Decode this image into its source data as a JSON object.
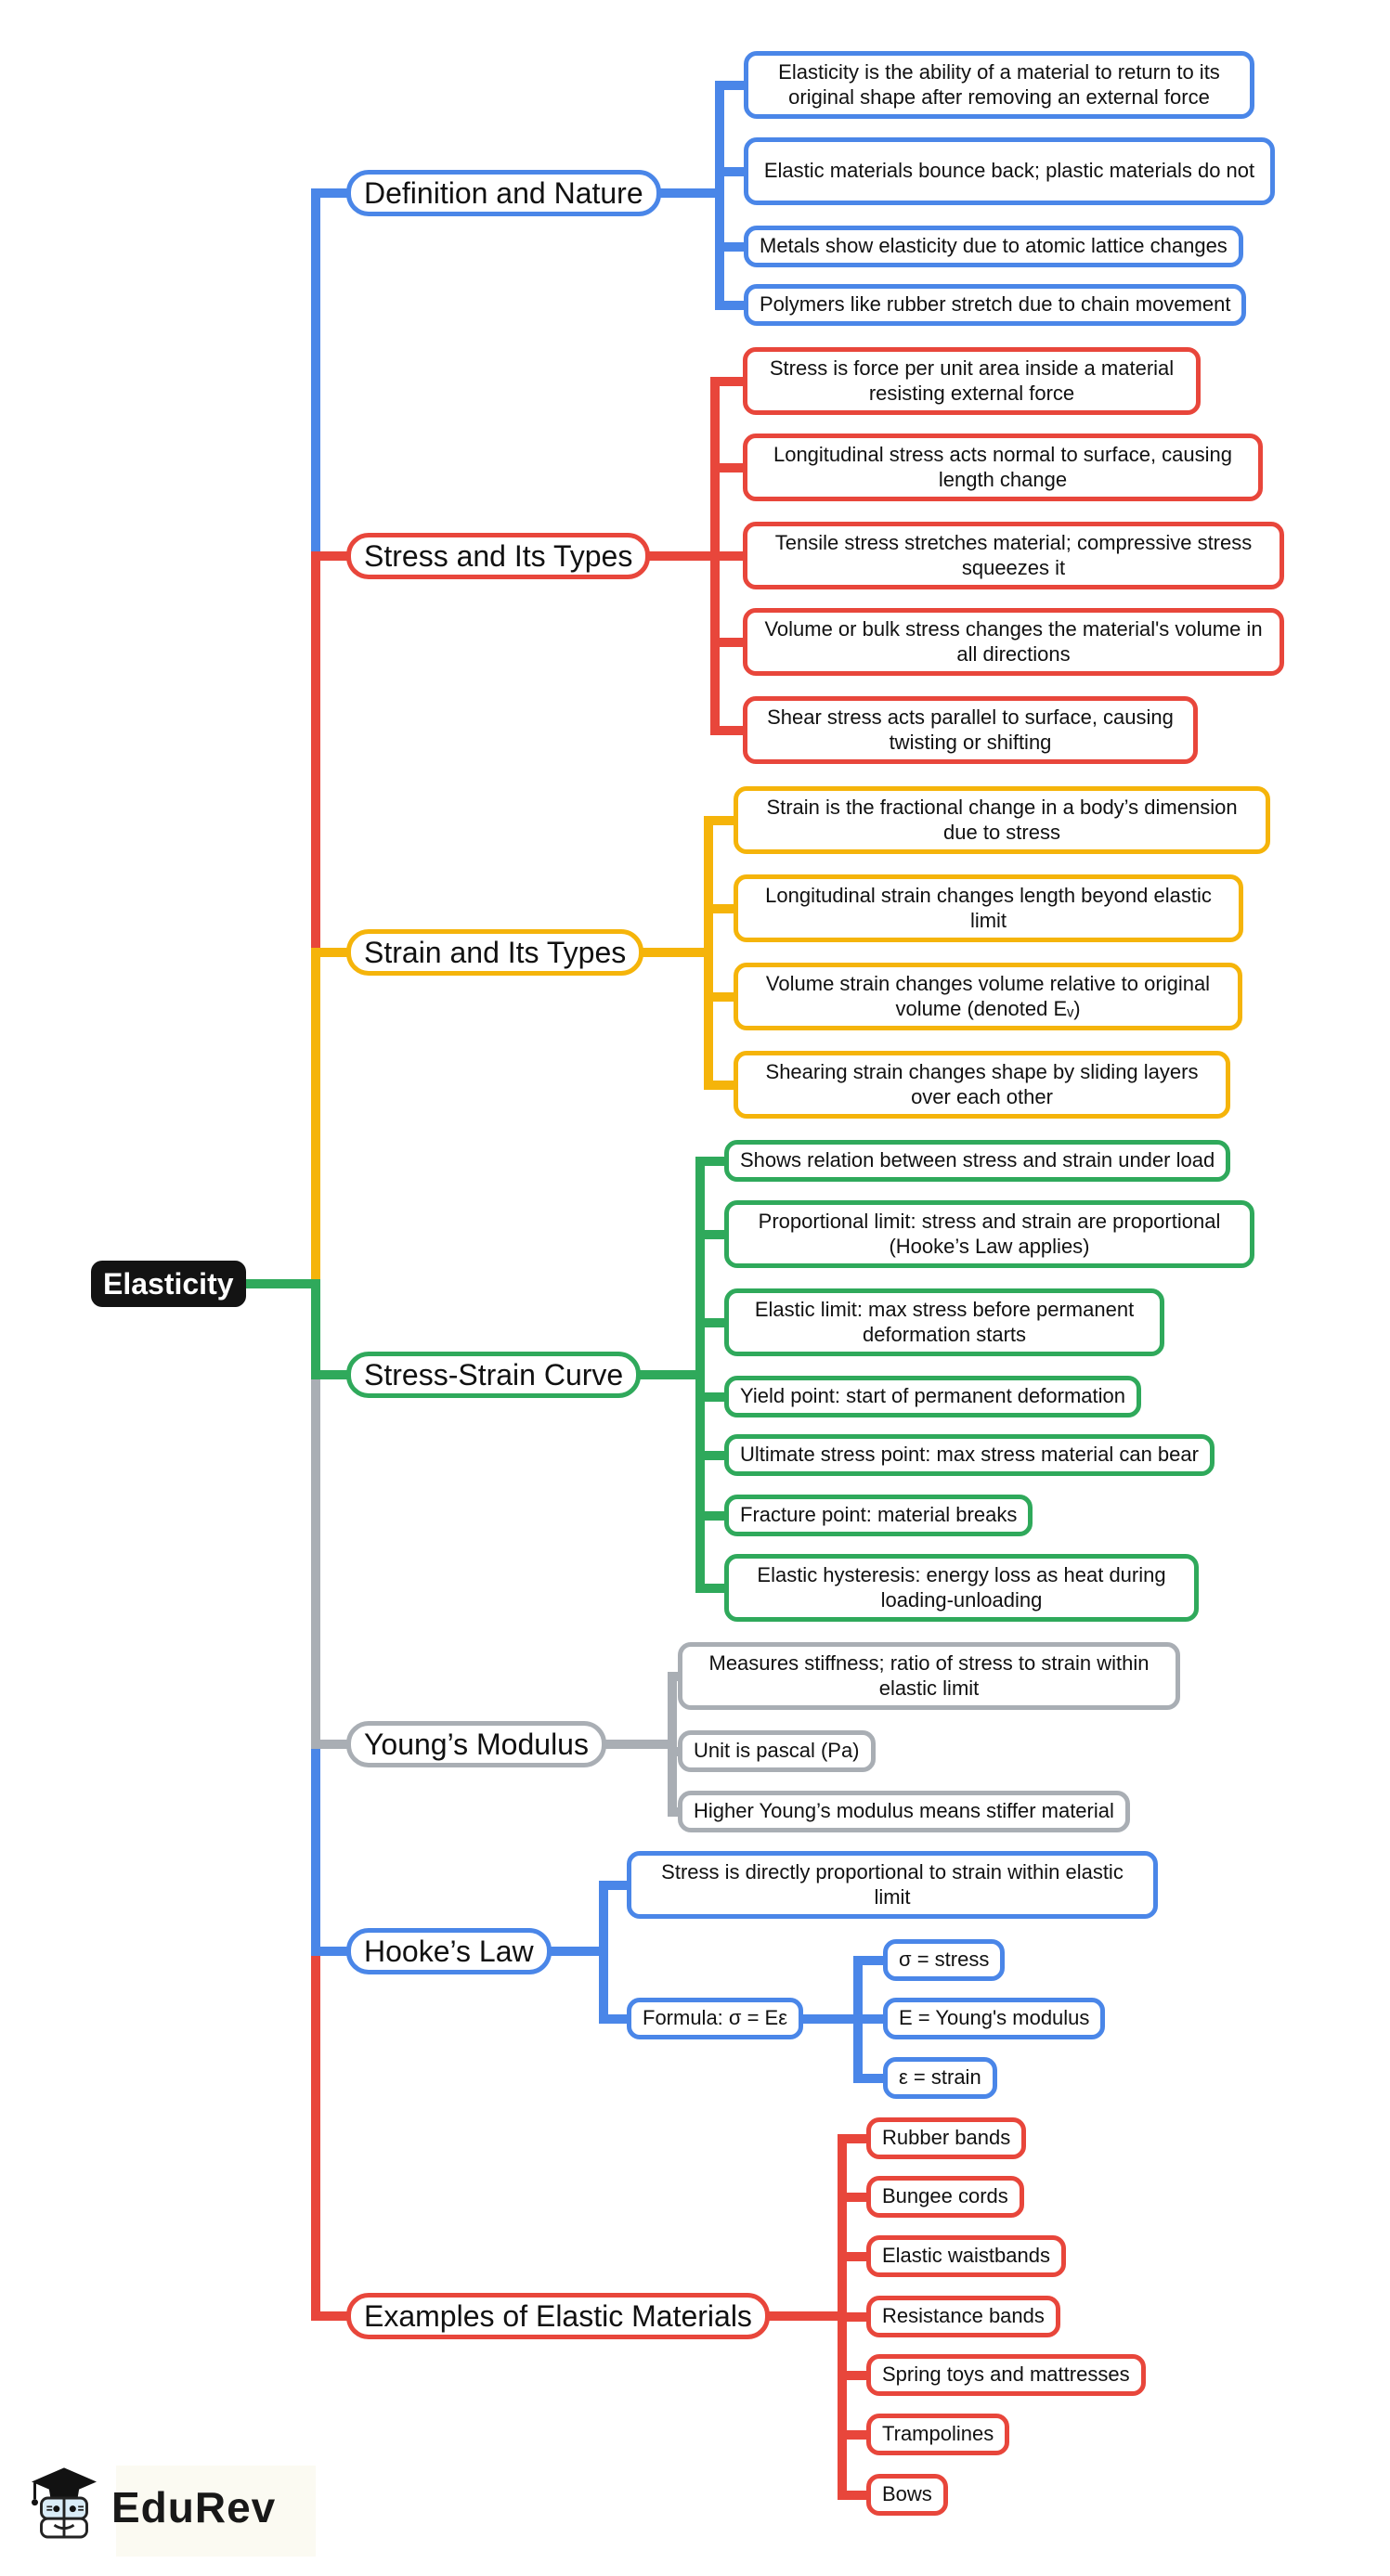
{
  "root": {
    "label": "Elasticity"
  },
  "colors": {
    "blue": "#4a86e8",
    "red": "#e8463b",
    "yellow": "#f5b40a",
    "green": "#2fa95b",
    "gray": "#a9aeb4",
    "root_bg": "#131313"
  },
  "branches": [
    {
      "id": "definition-and-nature",
      "label": "Definition and Nature",
      "color": "#4a86e8",
      "children": [
        {
          "text": "Elasticity is the ability of a material to return to its original shape after removing an external force"
        },
        {
          "text": "Elastic materials bounce back; plastic materials do not"
        },
        {
          "text": "Metals show elasticity due to atomic lattice changes"
        },
        {
          "text": "Polymers like rubber stretch due to chain movement"
        }
      ]
    },
    {
      "id": "stress-and-its-types",
      "label": "Stress and Its Types",
      "color": "#e8463b",
      "children": [
        {
          "text": "Stress is force per unit area inside a material resisting external force"
        },
        {
          "text": "Longitudinal stress acts normal to surface, causing length change"
        },
        {
          "text": "Tensile stress stretches material; compressive stress squeezes it"
        },
        {
          "text": "Volume or bulk stress changes the material's volume in all directions"
        },
        {
          "text": "Shear stress acts parallel to surface, causing twisting or shifting"
        }
      ]
    },
    {
      "id": "strain-and-its-types",
      "label": "Strain and Its Types",
      "color": "#f5b40a",
      "children": [
        {
          "text": "Strain is the fractional change in a body’s dimension due to stress"
        },
        {
          "text": "Longitudinal strain changes length beyond elastic limit"
        },
        {
          "text": "Volume strain changes volume relative to original volume (denoted Eᵥ)"
        },
        {
          "text": "Shearing strain changes shape by sliding layers over each other"
        }
      ]
    },
    {
      "id": "stress-strain-curve",
      "label": "Stress-Strain Curve",
      "color": "#2fa95b",
      "children": [
        {
          "text": "Shows relation between stress and strain under load"
        },
        {
          "text": "Proportional limit: stress and strain are proportional (Hooke’s Law applies)"
        },
        {
          "text": "Elastic limit: max stress before permanent deformation starts"
        },
        {
          "text": "Yield point: start of permanent deformation"
        },
        {
          "text": "Ultimate stress point: max stress material can bear"
        },
        {
          "text": "Fracture point: material breaks"
        },
        {
          "text": "Elastic hysteresis: energy loss as heat during loading-unloading"
        }
      ]
    },
    {
      "id": "youngs-modulus",
      "label": "Young’s Modulus",
      "color": "#a9aeb4",
      "children": [
        {
          "text": "Measures stiffness; ratio of stress to strain within elastic limit"
        },
        {
          "text": "Unit is pascal (Pa)"
        },
        {
          "text": "Higher Young’s modulus means stiffer material"
        }
      ]
    },
    {
      "id": "hookes-law",
      "label": "Hooke’s Law",
      "color": "#4a86e8",
      "children": [
        {
          "text": "Stress is directly proportional to strain within elastic limit"
        },
        {
          "text": "Formula: σ = Eε",
          "children": [
            {
              "text": "σ = stress"
            },
            {
              "text": "E = Young's modulus"
            },
            {
              "text": "ε = strain"
            }
          ]
        }
      ]
    },
    {
      "id": "examples-of-elastic-materials",
      "label": "Examples of Elastic Materials",
      "color": "#e8463b",
      "children": [
        {
          "text": "Rubber bands"
        },
        {
          "text": "Bungee cords"
        },
        {
          "text": "Elastic waistbands"
        },
        {
          "text": "Resistance bands"
        },
        {
          "text": "Spring toys and mattresses"
        },
        {
          "text": "Trampolines"
        },
        {
          "text": "Bows"
        }
      ]
    }
  ],
  "logo": {
    "text": "EduRev"
  }
}
